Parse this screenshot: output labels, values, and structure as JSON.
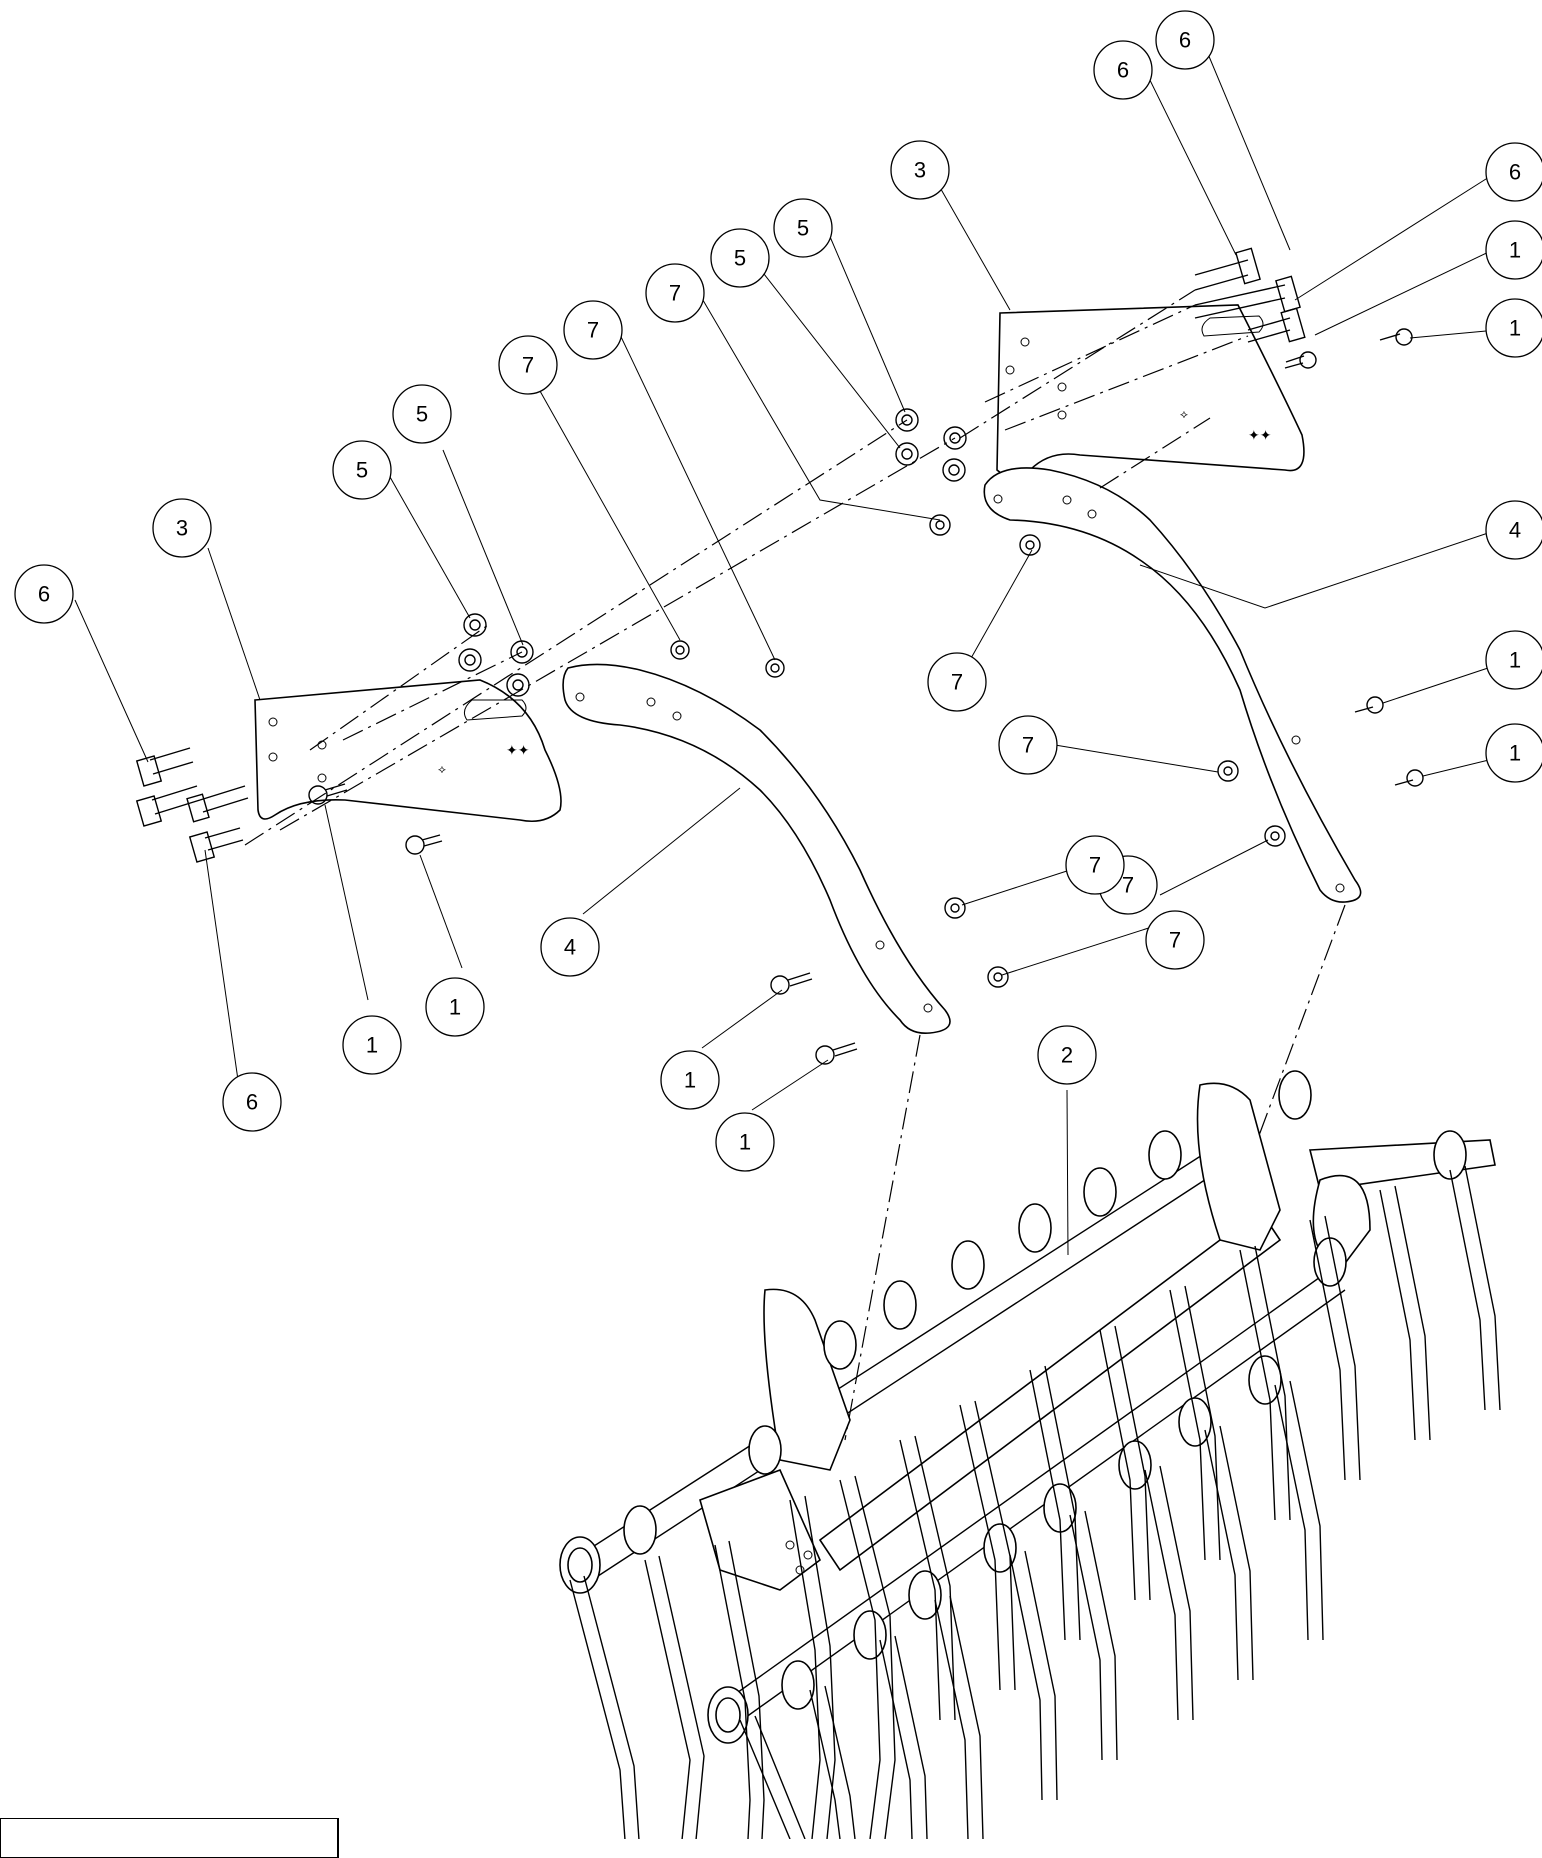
{
  "diagram": {
    "part_numbers": {
      "p1": "1",
      "p2": "2",
      "p3": "3",
      "p4": "4",
      "p5": "5",
      "p6": "6",
      "p7": "7"
    }
  },
  "colors": {
    "line": "#000000",
    "background": "#ffffff"
  }
}
